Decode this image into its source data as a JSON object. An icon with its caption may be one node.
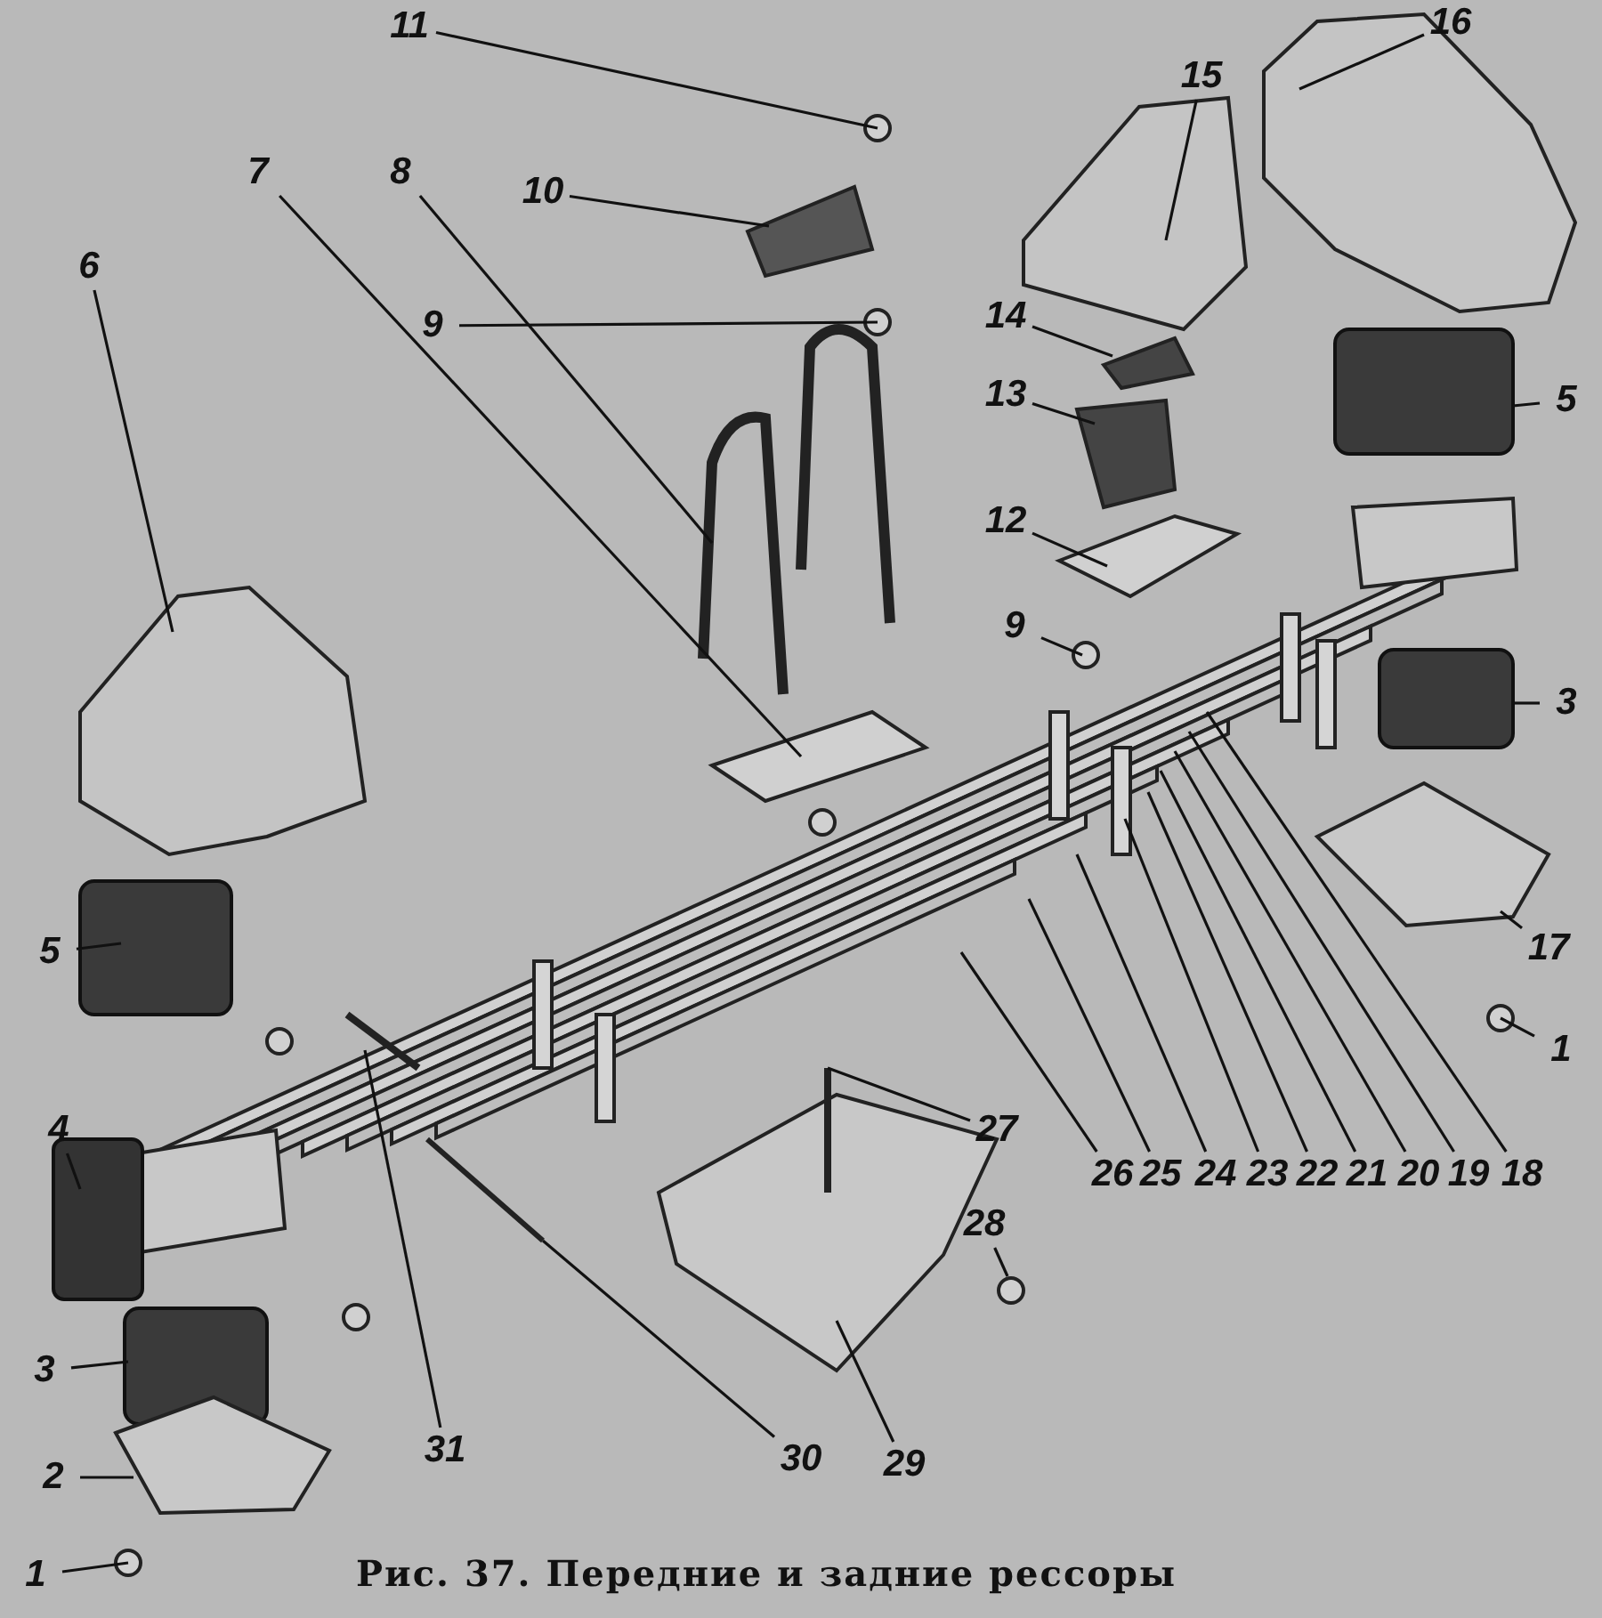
{
  "diagram": {
    "caption": "Рис. 37. Передние и задние рессоры",
    "nodes": [
      {
        "text": [
          "11"
        ]
      },
      {
        "text": [
          "10"
        ]
      },
      {
        "text": [
          "9"
        ]
      },
      {
        "text": [
          "8"
        ]
      },
      {
        "text": [
          "7"
        ]
      },
      {
        "text": [
          "6"
        ]
      },
      {
        "text": [
          "15"
        ]
      },
      {
        "text": [
          "16"
        ]
      },
      {
        "text": [
          "14"
        ]
      },
      {
        "text": [
          "13"
        ]
      },
      {
        "text": [
          "12"
        ]
      },
      {
        "text": [
          "5"
        ]
      },
      {
        "text": [
          "9"
        ]
      },
      {
        "text": [
          "3"
        ]
      },
      {
        "text": [
          "17"
        ]
      },
      {
        "text": [
          "1"
        ]
      },
      {
        "text": [
          "5"
        ]
      },
      {
        "text": [
          "4"
        ]
      },
      {
        "text": [
          "3"
        ]
      },
      {
        "text": [
          "2"
        ]
      },
      {
        "text": [
          "1"
        ]
      },
      {
        "text": [
          "31"
        ]
      },
      {
        "text": [
          "30"
        ]
      },
      {
        "text": [
          "29"
        ]
      },
      {
        "text": [
          "27"
        ]
      },
      {
        "text": [
          "28"
        ]
      },
      {
        "text": [
          "26"
        ]
      },
      {
        "text": [
          "25"
        ]
      },
      {
        "text": [
          "24"
        ]
      },
      {
        "text": [
          "23"
        ]
      },
      {
        "text": [
          "22"
        ]
      },
      {
        "text": [
          "21"
        ]
      },
      {
        "text": [
          "20"
        ]
      },
      {
        "text": [
          "19"
        ]
      },
      {
        "text": [
          "18"
        ]
      }
    ],
    "edges": [
      {
        "from": 0,
        "to": null,
        "arrow": "none"
      },
      {
        "from": 1,
        "to": null,
        "arrow": "none"
      },
      {
        "from": 2,
        "to": null,
        "arrow": "none"
      },
      {
        "from": 3,
        "to": null,
        "arrow": "none"
      },
      {
        "from": 4,
        "to": null,
        "arrow": "none"
      },
      {
        "from": 5,
        "to": null,
        "arrow": "none"
      },
      {
        "from": 6,
        "to": null,
        "arrow": "none"
      },
      {
        "from": 7,
        "to": null,
        "arrow": "none"
      },
      {
        "from": 8,
        "to": null,
        "arrow": "none"
      },
      {
        "from": 9,
        "to": null,
        "arrow": "none"
      },
      {
        "from": 10,
        "to": null,
        "arrow": "none"
      },
      {
        "from": 11,
        "to": null,
        "arrow": "none"
      },
      {
        "from": 12,
        "to": null,
        "arrow": "none"
      },
      {
        "from": 13,
        "to": null,
        "arrow": "none"
      },
      {
        "from": 14,
        "to": null,
        "arrow": "none"
      },
      {
        "from": 15,
        "to": null,
        "arrow": "none"
      },
      {
        "from": 16,
        "to": null,
        "arrow": "none"
      },
      {
        "from": 17,
        "to": null,
        "arrow": "none"
      },
      {
        "from": 18,
        "to": null,
        "arrow": "none"
      },
      {
        "from": 19,
        "to": null,
        "arrow": "none"
      },
      {
        "from": 20,
        "to": null,
        "arrow": "none"
      },
      {
        "from": 21,
        "to": null,
        "arrow": "none"
      },
      {
        "from": 22,
        "to": null,
        "arrow": "none"
      },
      {
        "from": 23,
        "to": null,
        "arrow": "none"
      },
      {
        "from": 24,
        "to": null,
        "arrow": "none"
      },
      {
        "from": 25,
        "to": null,
        "arrow": "none"
      },
      {
        "from": 26,
        "to": null,
        "arrow": "none"
      },
      {
        "from": 27,
        "to": null,
        "arrow": "none"
      },
      {
        "from": 28,
        "to": null,
        "arrow": "none"
      },
      {
        "from": 29,
        "to": null,
        "arrow": "none"
      },
      {
        "from": 30,
        "to": null,
        "arrow": "none"
      },
      {
        "from": 31,
        "to": null,
        "arrow": "none"
      },
      {
        "from": 32,
        "to": null,
        "arrow": "none"
      },
      {
        "from": 33,
        "to": null,
        "arrow": "none"
      },
      {
        "from": 34,
        "to": null,
        "arrow": "none"
      }
    ]
  }
}
